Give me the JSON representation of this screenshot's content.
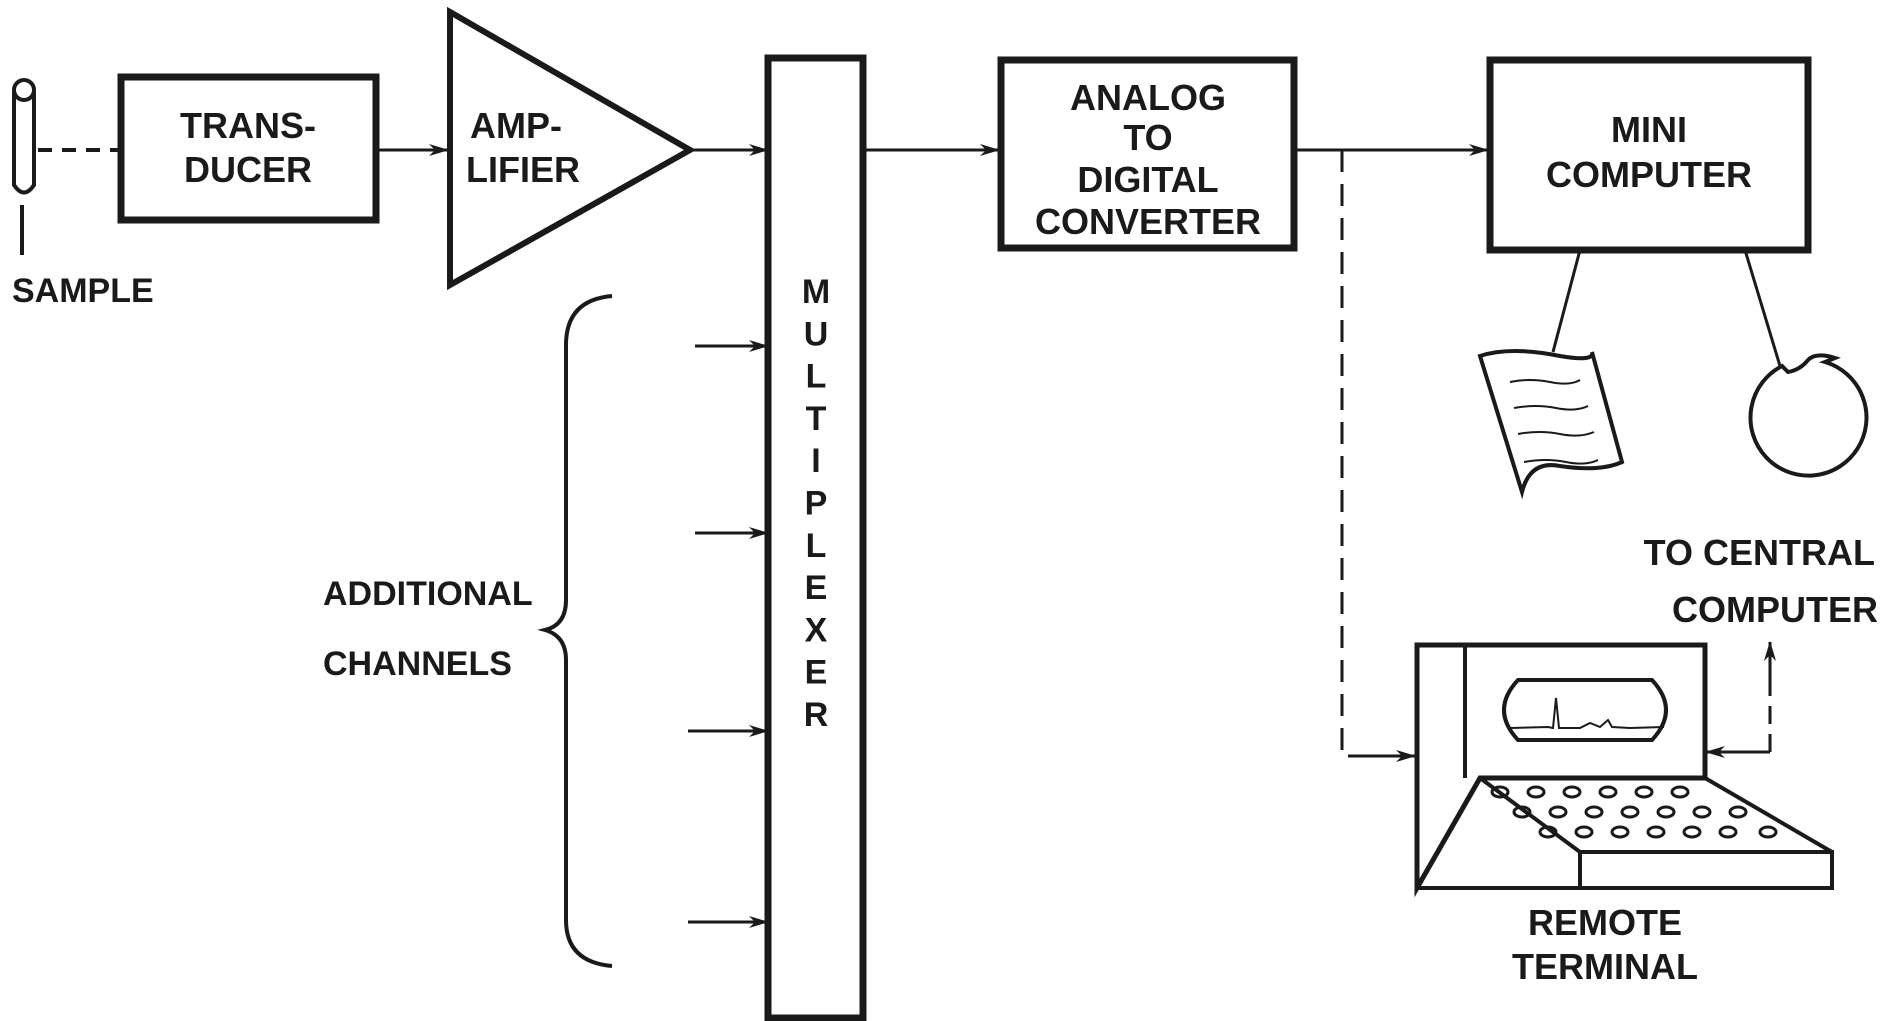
{
  "diagram": {
    "sample_label": "SAMPLE",
    "transducer": {
      "line1": "TRANS-",
      "line2": "DUCER"
    },
    "amplifier": {
      "line1": "AMP-",
      "line2": "LIFIER"
    },
    "multiplexer": [
      "M",
      "U",
      "L",
      "T",
      "I",
      "P",
      "L",
      "E",
      "X",
      "E",
      "R"
    ],
    "adc": {
      "line1": "ANALOG",
      "line2": "TO",
      "line3": "DIGITAL",
      "line4": "CONVERTER"
    },
    "minicomputer": {
      "line1": "MINI",
      "line2": "COMPUTER"
    },
    "additional_channels": {
      "line1": "ADDITIONAL",
      "line2": "CHANNELS"
    },
    "central_computer": {
      "line1": "TO CENTRAL",
      "line2": "COMPUTER"
    },
    "remote_terminal": {
      "line1": "REMOTE",
      "line2": "TERMINAL"
    }
  },
  "colors": {
    "ink": "#1a1a1a",
    "paper": "#ffffff"
  }
}
